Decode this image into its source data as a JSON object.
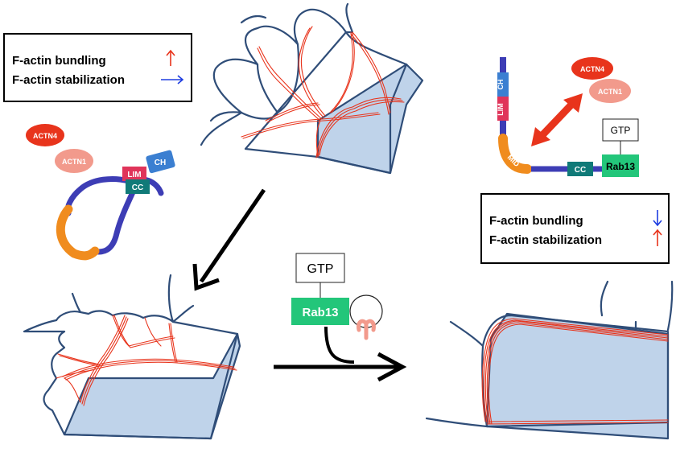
{
  "legend_top_left": {
    "bundling_label": "F-actin bundling",
    "stabilization_label": "F-actin stabilization",
    "bundling_arrow": "up-red-arrow",
    "stabilization_arrow": "right-blue-arrow"
  },
  "legend_right": {
    "bundling_label": "F-actin bundling",
    "stabilization_label": "F-actin stabilization",
    "bundling_arrow": "down-blue-arrow",
    "stabilization_arrow": "up-red-arrow"
  },
  "proteins": {
    "actn4": "ACTN4",
    "actn1": "ACTN1",
    "lim": "LIM",
    "ch": "CH",
    "cc": "CC",
    "mid": "MID",
    "rab13": "Rab13",
    "gtp": "GTP"
  },
  "colors": {
    "cell_outline": "#2f4d78",
    "cell_fill": "#bfd3ea",
    "actin": "#e8341c",
    "actn4": "#e8341c",
    "actn1": "#f29a8c",
    "lim": "#e0345a",
    "ch": "#3b7fd1",
    "cc": "#107a78",
    "mid": "#f08c1e",
    "linker": "#3d3db5",
    "rab13": "#23c67a",
    "bidirectional_arrow": "#e8341c"
  }
}
